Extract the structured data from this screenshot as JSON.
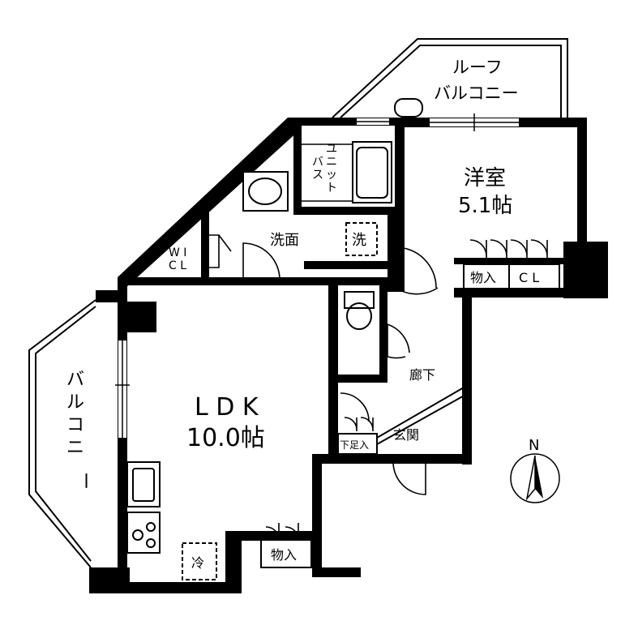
{
  "rooms": {
    "roof_balcony_line1": "ルーフ",
    "roof_balcony_line2": "バルコニー",
    "western_room_name": "洋室",
    "western_room_size": "5.1帖",
    "unit_bath": [
      "ユ",
      "ニ",
      "ッ",
      "ト"
    ],
    "unit_bath_line2": [
      "バ",
      "ス"
    ],
    "washroom": "洗面",
    "washer": "洗",
    "wic_line1": "W I",
    "wic_line2": "C L",
    "storage_western": "物入",
    "closet_western": "C L",
    "hallway": "廊下",
    "entrance": "玄関",
    "shoe_storage": "下足入",
    "ldk_name": "L D K",
    "ldk_size": "10.0帖",
    "fridge": "冷",
    "storage_ldk": "物入",
    "balcony": [
      "バ",
      "ル",
      "コ",
      "ニ",
      "ー"
    ]
  },
  "compass": {
    "north_label": "N"
  }
}
